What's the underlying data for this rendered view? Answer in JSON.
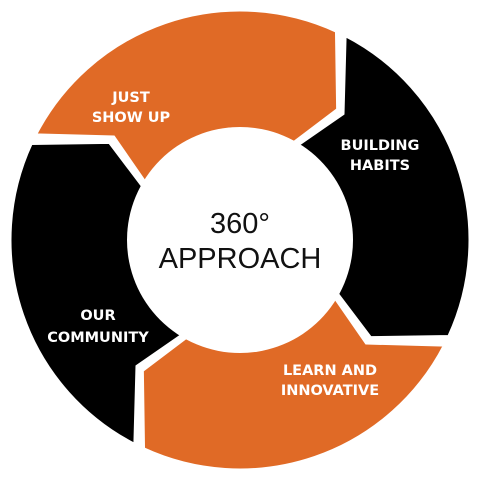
{
  "diagram": {
    "center": {
      "line1": "360°",
      "line2": "APPROACH"
    },
    "segments": [
      {
        "id": "just-show-up",
        "line1": "JUST",
        "line2": "SHOW UP",
        "color": "#E06A26"
      },
      {
        "id": "building-habits",
        "line1": "BUILDING",
        "line2": "HABITS",
        "color": "#000000"
      },
      {
        "id": "learn-and-innovative",
        "line1": "LEARN AND",
        "line2": "INNOVATIVE",
        "color": "#E06A26"
      },
      {
        "id": "our-community",
        "line1": "OUR",
        "line2": "COMMUNITY",
        "color": "#000000"
      }
    ]
  }
}
